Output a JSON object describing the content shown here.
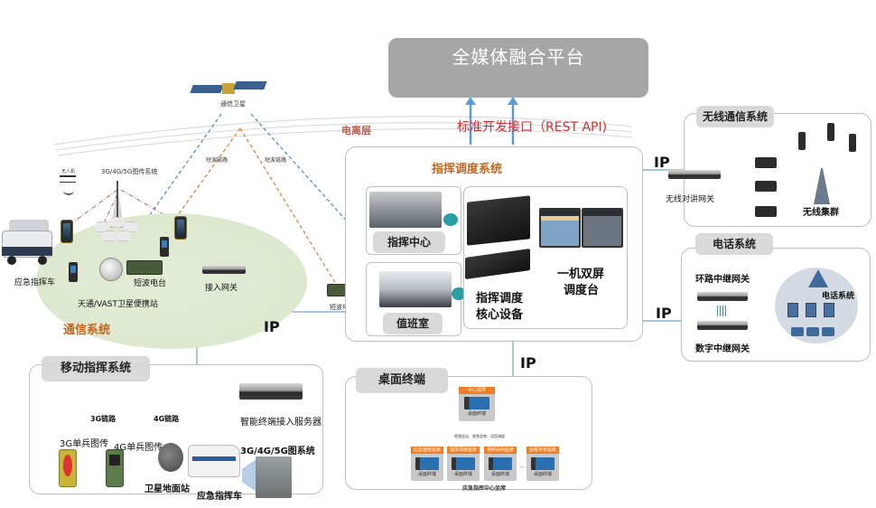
{
  "platform": {
    "title": "全媒体融合平台"
  },
  "api": {
    "label": "标准开发接口（REST API)"
  },
  "comm_system": {
    "title": "通信系统",
    "ionosphere": "电离层",
    "satellite": "通信卫星",
    "hf_link_left": "短波链路",
    "hf_link_right": "短波链路",
    "image_system": "3G/4G/5G图传系统",
    "drone": "无人机",
    "vehicle": "应急指挥车",
    "hf_radio": "短波电台",
    "access_gateway": "接入网关",
    "sat_station": "天通/VAST卫星便携站",
    "hf_radio_remote": "短波电台"
  },
  "ip_labels": {
    "left": "IP",
    "right_top": "IP",
    "right_bottom": "IP",
    "bottom": "IP"
  },
  "dispatch_system": {
    "title": "指挥调度系统",
    "command_center": "指挥中心",
    "duty_room": "值班室",
    "core_device_line1": "指挥调度",
    "core_device_line2": "核心设备",
    "console_line1": "一机双屏",
    "console_line2": "调度台"
  },
  "wireless_system": {
    "title": "无线通信系统",
    "gateway": "无线对讲网关",
    "trunk": "无线集群"
  },
  "phone_system": {
    "title": "电话系统",
    "loop_gateway": "环路中继网关",
    "digital_gateway": "数字中继网关",
    "pbx": "电话系统"
  },
  "mobile_system": {
    "title": "移动指挥系统",
    "server": "智能终端接入服务器",
    "link_3g": "3G链路",
    "link_4g": "4G链路",
    "device_3g": "3G单兵图传",
    "device_4g": "4G单兵图传",
    "ground_station": "卫星地面站",
    "vehicle": "应急指挥车",
    "image_system": "3G/4G/5G图系统"
  },
  "desktop_system": {
    "title": "桌面终端",
    "top_terminal": {
      "header": "中心领导",
      "label": "桌面终端"
    },
    "links_caption": "视频会议、视频会商、语音调度",
    "terminals": [
      {
        "header": "应急值班座席",
        "label": "桌面终端"
      },
      {
        "header": "指挥调度座席",
        "label": "桌面终端"
      },
      {
        "header": "视频会商座席",
        "label": "桌面终端"
      },
      {
        "header": "远程专家座席",
        "label": "桌面终端"
      }
    ],
    "ellipsis": "...",
    "footer": "应急指挥中心坐席"
  }
}
